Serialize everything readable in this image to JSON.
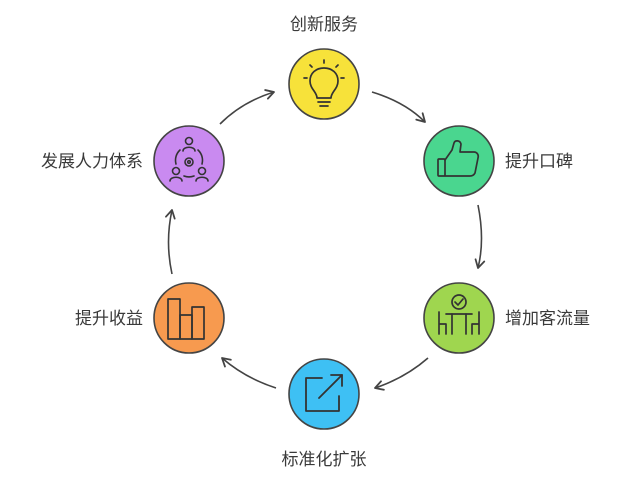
{
  "diagram": {
    "nodes": [
      {
        "id": "innovate",
        "label": "创新服务",
        "color": "#f7e23a",
        "icon": "lightbulb-icon"
      },
      {
        "id": "reputation",
        "label": "提升口碑",
        "color": "#4ad68f",
        "icon": "thumbs-up-icon"
      },
      {
        "id": "traffic",
        "label": "增加客流量",
        "color": "#9fd64f",
        "icon": "dining-table-icon"
      },
      {
        "id": "standardize",
        "label": "标准化扩张",
        "color": "#3ec0f4",
        "icon": "expand-arrow-icon"
      },
      {
        "id": "revenue",
        "label": "提升收益",
        "color": "#f79a4f",
        "icon": "bar-chart-icon"
      },
      {
        "id": "talent",
        "label": "发展人力体系",
        "color": "#c98af0",
        "icon": "team-icon"
      }
    ]
  }
}
